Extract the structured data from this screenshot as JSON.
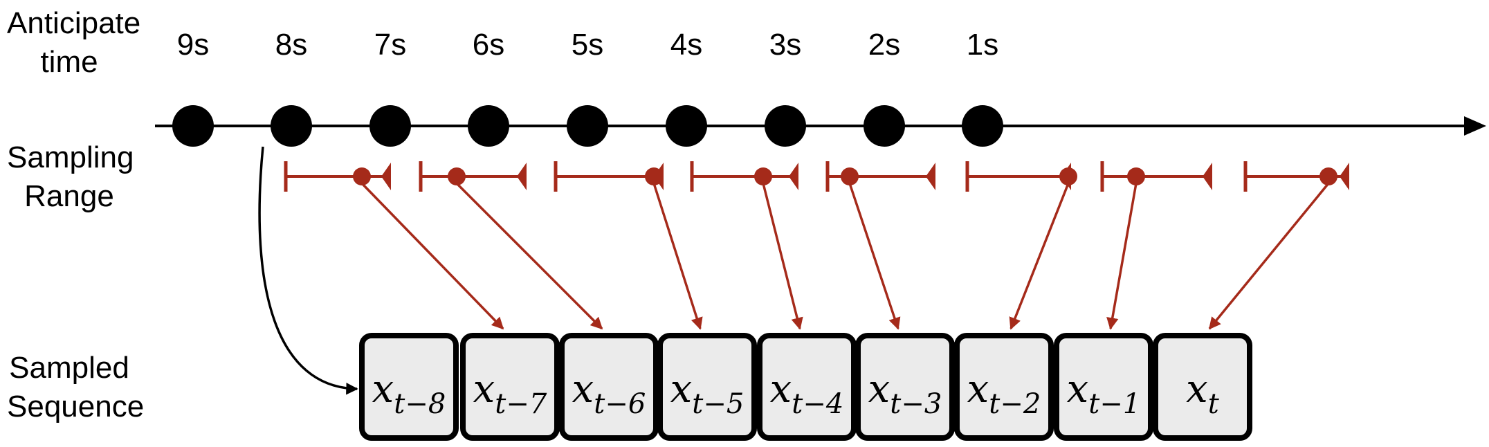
{
  "labels": {
    "anticipate_line1": "Anticipate",
    "anticipate_line2": "time",
    "sampling_line1": "Sampling",
    "sampling_line2": "Range",
    "sampled_line1": "Sampled",
    "sampled_line2": "Sequence"
  },
  "times": [
    "9s",
    "8s",
    "7s",
    "6s",
    "5s",
    "4s",
    "3s",
    "2s",
    "1s"
  ],
  "tokens": [
    {
      "base": "x",
      "sub": "t−8"
    },
    {
      "base": "x",
      "sub": "t−7"
    },
    {
      "base": "x",
      "sub": "t−6"
    },
    {
      "base": "x",
      "sub": "t−5"
    },
    {
      "base": "x",
      "sub": "t−4"
    },
    {
      "base": "x",
      "sub": "t−3"
    },
    {
      "base": "x",
      "sub": "t−2"
    },
    {
      "base": "x",
      "sub": "t−1"
    },
    {
      "base": "x",
      "sub": "t"
    }
  ],
  "colors": {
    "range": "#A52A1A",
    "node": "#000000",
    "token_fill": "#EBEBEB"
  }
}
